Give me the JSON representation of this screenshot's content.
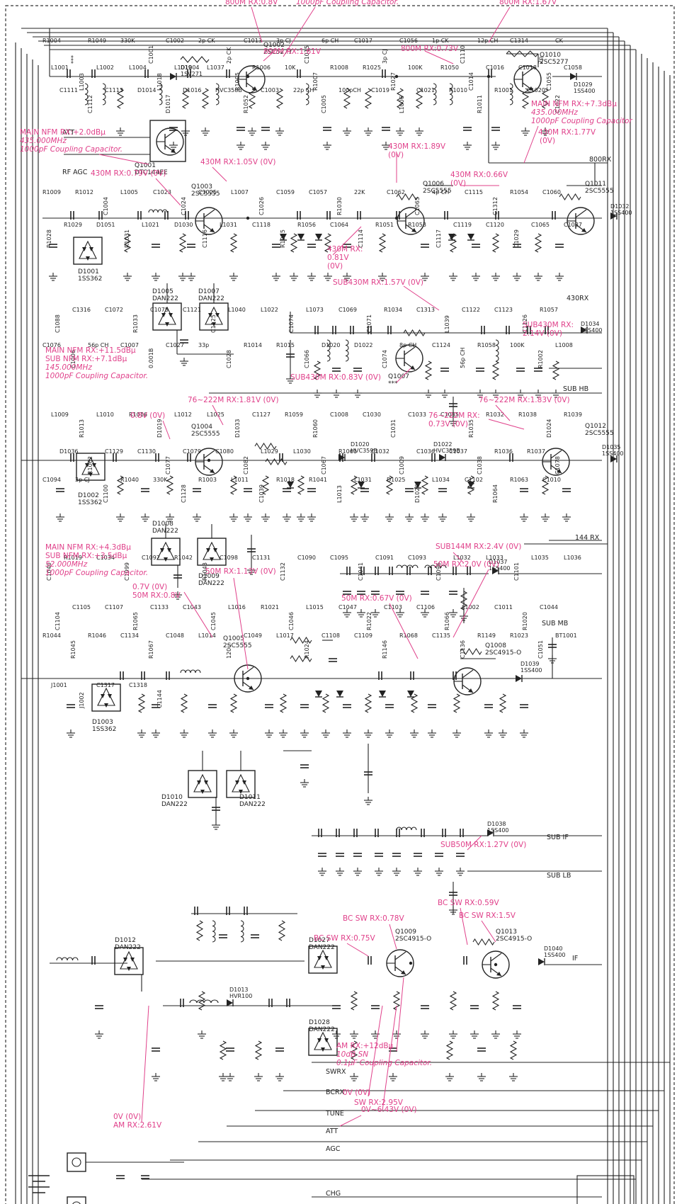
{
  "figure": {
    "border_style": "dashed",
    "annotation_color": "#e0408a",
    "line_color": "#222222"
  },
  "voltage_annotations": [
    {
      "text": "800M RX:0.8V"
    },
    {
      "text": "1000pF Coupling Capacitor."
    },
    {
      "text": "800M RX:1.67V"
    },
    {
      "text": "800M RX:1.61V"
    },
    {
      "text": "800M RX:0.73V"
    },
    {
      "text": "MAIN NFM RX:+7.3dBμ"
    },
    {
      "text": "435.000MHz"
    },
    {
      "text": "1000pF Coupling Capacitor"
    },
    {
      "text": "430M RX:1.77V"
    },
    {
      "text": "(0V)"
    },
    {
      "text": "MAIN NFM RX:+2.0dBμ"
    },
    {
      "text": "435.000MHz"
    },
    {
      "text": "1000pF Coupling Capacitor."
    },
    {
      "text": "430M RX:1.05V (0V)"
    },
    {
      "text": "430M RX:1.89V"
    },
    {
      "text": "(0V)"
    },
    {
      "text": "430M RX:0.79V (0V)"
    },
    {
      "text": "430M RX:0.66V"
    },
    {
      "text": "(0V)"
    },
    {
      "text": "430M RX:"
    },
    {
      "text": "0.81V"
    },
    {
      "text": "(0V)"
    },
    {
      "text": "SUB430M RX:1.57V (0V)"
    },
    {
      "text": "SUB430M RX:"
    },
    {
      "text": "2.14V (0V)"
    },
    {
      "text": "SUB430M RX:0.83V (0V)"
    },
    {
      "text": "MAIN NFM RX:+11.5dBμ"
    },
    {
      "text": "SUB NFM RX:+7.1dBμ"
    },
    {
      "text": "145.000MHz"
    },
    {
      "text": "1000pF Coupling Capacitor."
    },
    {
      "text": "76~222M RX:1.81V (0V)"
    },
    {
      "text": "0.8V (0V)"
    },
    {
      "text": "76~222M RX:1.83V (0V)"
    },
    {
      "text": "76~222M RX:"
    },
    {
      "text": "0.73V (0V)"
    },
    {
      "text": "SUB144M RX:2.4V (0V)"
    },
    {
      "text": "MAIN NFM RX:+4.3dBμ"
    },
    {
      "text": "SUB NFM RX:+3.5dBμ"
    },
    {
      "text": "52.000MHz"
    },
    {
      "text": "1000pF Coupling Capacitor."
    },
    {
      "text": "50M RX:1.13V (0V)"
    },
    {
      "text": "50M RX:2.0V (0V)"
    },
    {
      "text": "0.7V (0V)"
    },
    {
      "text": "50M RX:0.8V"
    },
    {
      "text": "50M RX:0.67V (0V)"
    },
    {
      "text": "SUB50M RX:1.27V (0V)"
    },
    {
      "text": "BC SW RX:0.78V"
    },
    {
      "text": "BC SW RX:0.59V"
    },
    {
      "text": "BC SW RX:0.75V"
    },
    {
      "text": "BC SW RX:1.5V"
    },
    {
      "text": "AM RX:+12dBμ"
    },
    {
      "text": "10dB SN"
    },
    {
      "text": "0.1μF Coupling Capacitor."
    },
    {
      "text": "0V (0V)"
    },
    {
      "text": "SW RX:2.95V"
    },
    {
      "text": "0V (0V)"
    },
    {
      "text": "AM RX:2.61V"
    },
    {
      "text": "0V~6.43V (0V)"
    }
  ],
  "bus_labels": [
    "800RX",
    "430RX",
    "SUB HB",
    "144 RX",
    "SUB MB",
    "SUB IF",
    "SUB LB",
    "IF",
    "SWRX",
    "BCRX",
    "TUNE",
    "ATT",
    "AGC",
    "CHG",
    "ATT",
    "RF AGC"
  ],
  "transistors": [
    {
      "ref": "Q1002",
      "part": "2SC5277"
    },
    {
      "ref": "Q1010",
      "part": "2SC5277"
    },
    {
      "ref": "Q1001",
      "part": "DTC144EE"
    },
    {
      "ref": "Q1003",
      "part": "2SC5555"
    },
    {
      "ref": "Q1006",
      "part": "2SC5555"
    },
    {
      "ref": "Q1011",
      "part": "2SC5555"
    },
    {
      "ref": "Q1007",
      "part": "***"
    },
    {
      "ref": "Q1004",
      "part": "2SC5555"
    },
    {
      "ref": "Q1012",
      "part": "2SC5555"
    },
    {
      "ref": "Q1005",
      "part": "2SC5555"
    },
    {
      "ref": "Q1008",
      "part": "2SC4915-O"
    },
    {
      "ref": "Q1009",
      "part": "2SC4915-O"
    },
    {
      "ref": "Q1013",
      "part": "2SC4915-O"
    }
  ],
  "diode_arrays": [
    {
      "ref": "D1001",
      "part": "1SS362"
    },
    {
      "ref": "D1005",
      "part": "DAN222"
    },
    {
      "ref": "D1007",
      "part": "DAN222"
    },
    {
      "ref": "D1002",
      "part": "1SS362"
    },
    {
      "ref": "D1008",
      "part": "DAN222"
    },
    {
      "ref": "D1009",
      "part": "DAN222"
    },
    {
      "ref": "D1003",
      "part": "1SS362"
    },
    {
      "ref": "D1010",
      "part": "DAN222"
    },
    {
      "ref": "D1011",
      "part": "DAN222"
    },
    {
      "ref": "D1012",
      "part": "DAN222"
    },
    {
      "ref": "D1027",
      "part": "DAN222"
    },
    {
      "ref": "D1028",
      "part": "DAN222"
    }
  ],
  "diodes": [
    {
      "ref": "D1029",
      "part": "1SS400"
    },
    {
      "ref": "D1032",
      "part": "1SS400"
    },
    {
      "ref": "D1034",
      "part": "1SS400"
    },
    {
      "ref": "D1035",
      "part": "1SS400"
    },
    {
      "ref": "D1037",
      "part": "1SS400"
    },
    {
      "ref": "D1039",
      "part": "1SS400"
    },
    {
      "ref": "D1038",
      "part": "1SS400"
    },
    {
      "ref": "D1040",
      "part": "1SS400"
    },
    {
      "ref": "D1004",
      "part": "1SV271"
    },
    {
      "ref": "D1013",
      "part": "HVR100"
    },
    {
      "ref": "D1020",
      "part": "HVC359B"
    },
    {
      "ref": "D1022",
      "part": "HVC359B"
    }
  ],
  "component_labels": [
    {
      "t": "R1004"
    },
    {
      "t": "***"
    },
    {
      "t": "R1049"
    },
    {
      "t": "330K"
    },
    {
      "t": "C1001"
    },
    {
      "t": "C1002"
    },
    {
      "t": "2p CK"
    },
    {
      "t": "2p CK"
    },
    {
      "t": "C1013"
    },
    {
      "t": "3p CJ"
    },
    {
      "t": "C1015"
    },
    {
      "t": "6p CH"
    },
    {
      "t": "C1017"
    },
    {
      "t": "3p CJ"
    },
    {
      "t": "C1056"
    },
    {
      "t": "1p CK"
    },
    {
      "t": "C1110"
    },
    {
      "t": "12p CH"
    },
    {
      "t": "C1314"
    },
    {
      "t": "2p"
    },
    {
      "t": "CK"
    },
    {
      "t": "L1001"
    },
    {
      "t": "L1003"
    },
    {
      "t": "L1002"
    },
    {
      "t": "L1004"
    },
    {
      "t": "L1018"
    },
    {
      "t": "L1019"
    },
    {
      "t": "L1037"
    },
    {
      "t": "R1005"
    },
    {
      "t": "R1006"
    },
    {
      "t": "10K"
    },
    {
      "t": "R1007"
    },
    {
      "t": "R1008"
    },
    {
      "t": "R1025"
    },
    {
      "t": "R1027"
    },
    {
      "t": "100K"
    },
    {
      "t": "R1050"
    },
    {
      "t": "C1014"
    },
    {
      "t": "C1016"
    },
    {
      "t": "C1018"
    },
    {
      "t": "C1055"
    },
    {
      "t": "C1058"
    },
    {
      "t": "C1111"
    },
    {
      "t": "C1112"
    },
    {
      "t": "C1113"
    },
    {
      "t": "D1014"
    },
    {
      "t": "D1017"
    },
    {
      "t": "D1016"
    },
    {
      "t": "HVC358B"
    },
    {
      "t": "R1052"
    },
    {
      "t": "C1003"
    },
    {
      "t": "22p CH"
    },
    {
      "t": "C1005"
    },
    {
      "t": "100pCH"
    },
    {
      "t": "C1019"
    },
    {
      "t": "L1006"
    },
    {
      "t": "C1021"
    },
    {
      "t": "R1010"
    },
    {
      "t": "R1011"
    },
    {
      "t": "R1001"
    },
    {
      "t": "C1020"
    },
    {
      "t": "C1022"
    },
    {
      "t": "R1009"
    },
    {
      "t": "R1012"
    },
    {
      "t": "C1004"
    },
    {
      "t": "L1005"
    },
    {
      "t": "C1023"
    },
    {
      "t": "C1024"
    },
    {
      "t": "C1025"
    },
    {
      "t": "L1007"
    },
    {
      "t": "C1026"
    },
    {
      "t": "C1059"
    },
    {
      "t": "C1057"
    },
    {
      "t": "R1030"
    },
    {
      "t": "22K"
    },
    {
      "t": "C1062"
    },
    {
      "t": "C1063"
    },
    {
      "t": "4p CH"
    },
    {
      "t": "C1115"
    },
    {
      "t": "C1312"
    },
    {
      "t": "R1054"
    },
    {
      "t": "C1060"
    },
    {
      "t": "R1028"
    },
    {
      "t": "R1029"
    },
    {
      "t": "D1051"
    },
    {
      "t": "R1031"
    },
    {
      "t": "L1021"
    },
    {
      "t": "D1030"
    },
    {
      "t": "C1116"
    },
    {
      "t": "L1031"
    },
    {
      "t": "C1118"
    },
    {
      "t": "R1055"
    },
    {
      "t": "R1056"
    },
    {
      "t": "C1064"
    },
    {
      "t": "C1114"
    },
    {
      "t": "R1051"
    },
    {
      "t": "R1053"
    },
    {
      "t": "C1117"
    },
    {
      "t": "C1119"
    },
    {
      "t": "C1120"
    },
    {
      "t": "C1029"
    },
    {
      "t": "C1065"
    },
    {
      "t": "C1087"
    },
    {
      "t": "C1088"
    },
    {
      "t": "C1316"
    },
    {
      "t": "C1072"
    },
    {
      "t": "R1033"
    },
    {
      "t": "C1075"
    },
    {
      "t": "C1121"
    },
    {
      "t": "C1125"
    },
    {
      "t": "L1040"
    },
    {
      "t": "L1022"
    },
    {
      "t": "C1074"
    },
    {
      "t": "L1073"
    },
    {
      "t": "C1069"
    },
    {
      "t": "C1071"
    },
    {
      "t": "R1034"
    },
    {
      "t": "C1313"
    },
    {
      "t": "L1039"
    },
    {
      "t": "C1122"
    },
    {
      "t": "C1123"
    },
    {
      "t": "C1126"
    },
    {
      "t": "R1057"
    },
    {
      "t": "C1076"
    },
    {
      "t": "C1006"
    },
    {
      "t": "56p CH"
    },
    {
      "t": "C1007"
    },
    {
      "t": "0.001B"
    },
    {
      "t": "C1027"
    },
    {
      "t": "33p"
    },
    {
      "t": "C1028"
    },
    {
      "t": "R1014"
    },
    {
      "t": "R1015"
    },
    {
      "t": "C1066"
    },
    {
      "t": "D1020"
    },
    {
      "t": "D1022"
    },
    {
      "t": "C1074"
    },
    {
      "t": "8p CH"
    },
    {
      "t": "C1124"
    },
    {
      "t": "56p CH"
    },
    {
      "t": "R1058"
    },
    {
      "t": "100K"
    },
    {
      "t": "R1002"
    },
    {
      "t": "L1008"
    },
    {
      "t": "L1009"
    },
    {
      "t": "R1013"
    },
    {
      "t": "L1010"
    },
    {
      "t": "R1016"
    },
    {
      "t": "D1019"
    },
    {
      "t": "L1012"
    },
    {
      "t": "L1025"
    },
    {
      "t": "D1033"
    },
    {
      "t": "C1127"
    },
    {
      "t": "R1059"
    },
    {
      "t": "R1060"
    },
    {
      "t": "C1008"
    },
    {
      "t": "C1030"
    },
    {
      "t": "C1031"
    },
    {
      "t": "C1033"
    },
    {
      "t": "C1035"
    },
    {
      "t": "R1035"
    },
    {
      "t": "R1032"
    },
    {
      "t": "R1038"
    },
    {
      "t": "D1024"
    },
    {
      "t": "R1039"
    },
    {
      "t": "D1036"
    },
    {
      "t": "R1062"
    },
    {
      "t": "C1129"
    },
    {
      "t": "C1130"
    },
    {
      "t": "C1077"
    },
    {
      "t": "C1079"
    },
    {
      "t": "C1080"
    },
    {
      "t": "C1082"
    },
    {
      "t": "L1029"
    },
    {
      "t": "L1030"
    },
    {
      "t": "C1067"
    },
    {
      "t": "R1061"
    },
    {
      "t": "C1032"
    },
    {
      "t": "C1009"
    },
    {
      "t": "C1036"
    },
    {
      "t": "C1037"
    },
    {
      "t": "C1038"
    },
    {
      "t": "R1036"
    },
    {
      "t": "R1037"
    },
    {
      "t": "C1078"
    },
    {
      "t": "C1094"
    },
    {
      "t": "3p CJ"
    },
    {
      "t": "C1100"
    },
    {
      "t": "R1040"
    },
    {
      "t": "330K"
    },
    {
      "t": "C1128"
    },
    {
      "t": "R1003"
    },
    {
      "t": "L1011"
    },
    {
      "t": "C1039"
    },
    {
      "t": "R1018"
    },
    {
      "t": "R1041"
    },
    {
      "t": "L1013"
    },
    {
      "t": "L1031"
    },
    {
      "t": "D1025"
    },
    {
      "t": "D1026"
    },
    {
      "t": "L1034"
    },
    {
      "t": "C1102"
    },
    {
      "t": "R1064"
    },
    {
      "t": "R1063"
    },
    {
      "t": "C1010"
    },
    {
      "t": "C1040"
    },
    {
      "t": "R1019"
    },
    {
      "t": "C1034"
    },
    {
      "t": "C1099"
    },
    {
      "t": "C1092"
    },
    {
      "t": "R1042"
    },
    {
      "t": "R1043"
    },
    {
      "t": "C1098"
    },
    {
      "t": "C1131"
    },
    {
      "t": "C1132"
    },
    {
      "t": "C1090"
    },
    {
      "t": "C1095"
    },
    {
      "t": "C1041"
    },
    {
      "t": "C1091"
    },
    {
      "t": "C1093"
    },
    {
      "t": "C1096"
    },
    {
      "t": "L1032"
    },
    {
      "t": "L1033"
    },
    {
      "t": "C1101"
    },
    {
      "t": "L1035"
    },
    {
      "t": "L1036"
    },
    {
      "t": "C1104"
    },
    {
      "t": "C1105"
    },
    {
      "t": "C1107"
    },
    {
      "t": "R1065"
    },
    {
      "t": "C1133"
    },
    {
      "t": "C1043"
    },
    {
      "t": "C1045"
    },
    {
      "t": "L1016"
    },
    {
      "t": "R1021"
    },
    {
      "t": "C1046"
    },
    {
      "t": "L1015"
    },
    {
      "t": "C1047"
    },
    {
      "t": "R1022"
    },
    {
      "t": "C1103"
    },
    {
      "t": "C1106"
    },
    {
      "t": "R1066"
    },
    {
      "t": "L1002"
    },
    {
      "t": "C1011"
    },
    {
      "t": "R1020"
    },
    {
      "t": "C1044"
    },
    {
      "t": "R1044"
    },
    {
      "t": "R1045"
    },
    {
      "t": "R1046"
    },
    {
      "t": "C1134"
    },
    {
      "t": "R1067"
    },
    {
      "t": "C1048"
    },
    {
      "t": "L1014"
    },
    {
      "t": "120u"
    },
    {
      "t": "C1049"
    },
    {
      "t": "L1017"
    },
    {
      "t": "R1024"
    },
    {
      "t": "C1108"
    },
    {
      "t": "C1109"
    },
    {
      "t": "R1146"
    },
    {
      "t": "R1068"
    },
    {
      "t": "C1135"
    },
    {
      "t": "C1136"
    },
    {
      "t": "R1149"
    },
    {
      "t": "R1023"
    },
    {
      "t": "C1051"
    },
    {
      "t": "BT1001"
    },
    {
      "t": "J1001"
    },
    {
      "t": "J1002"
    },
    {
      "t": "C1317"
    },
    {
      "t": "C1318"
    },
    {
      "t": "C1144"
    }
  ]
}
